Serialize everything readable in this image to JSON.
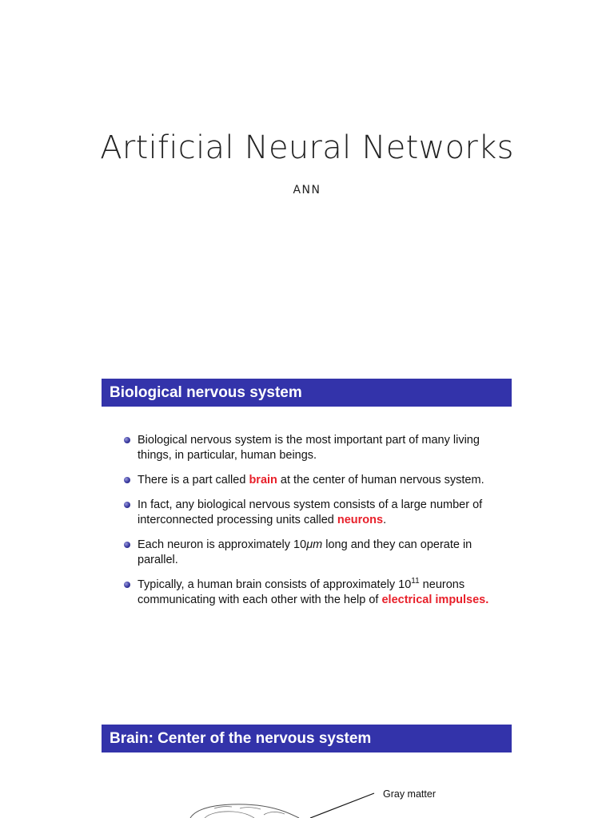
{
  "title_slide": {
    "title": "Artificial Neural Networks",
    "subtitle": "ANN"
  },
  "slide2": {
    "heading": "Biological nervous system",
    "bullets": [
      {
        "segments": [
          {
            "text": "Biological nervous system is the most important part of many living things, in particular, human beings."
          }
        ]
      },
      {
        "segments": [
          {
            "text": "There is a part called "
          },
          {
            "text": "brain",
            "highlight": true
          },
          {
            "text": " at the center of human nervous system."
          }
        ]
      },
      {
        "segments": [
          {
            "text": "In fact, any biological nervous system consists of a large number of interconnected processing units called "
          },
          {
            "text": "neurons",
            "highlight": true
          },
          {
            "text": "."
          }
        ]
      },
      {
        "segments": [
          {
            "text": "Each neuron is approximately 10"
          },
          {
            "text": "μm",
            "italic": true
          },
          {
            "text": " long and they can operate in parallel."
          }
        ]
      },
      {
        "segments": [
          {
            "text": "Typically, a human brain consists of approximately 10"
          },
          {
            "text": "11",
            "sup": true
          },
          {
            "text": " neurons communicating with each other with the help of "
          },
          {
            "text": "electrical impulses.",
            "highlight": true
          }
        ]
      }
    ]
  },
  "slide3": {
    "heading": "Brain: Center of the nervous system",
    "figure_label": "Gray matter"
  },
  "colors": {
    "banner": "#3333aa",
    "highlight": "#e8202a"
  }
}
